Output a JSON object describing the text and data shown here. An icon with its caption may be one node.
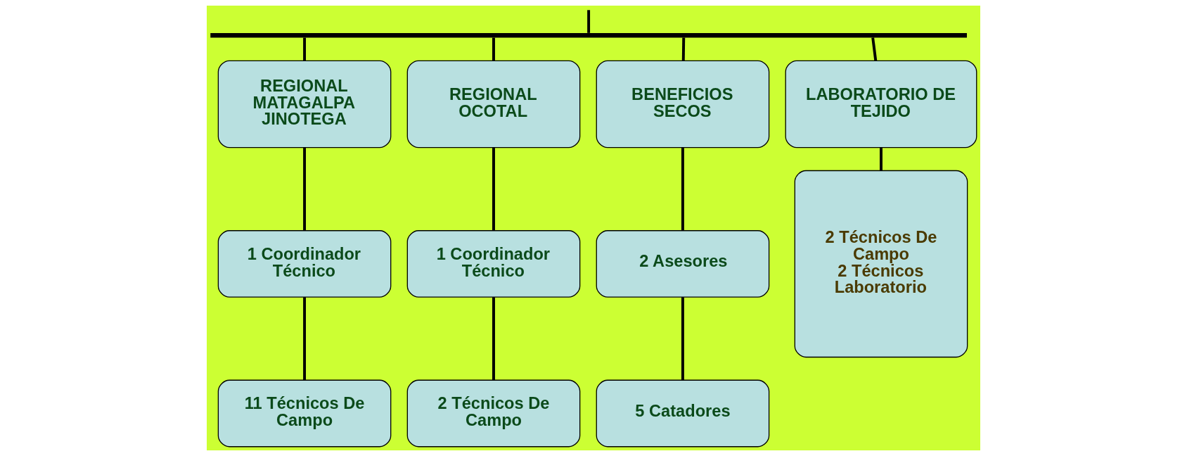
{
  "diagram": {
    "nodes": [
      {
        "text": [],
        "shape": "bar"
      },
      {
        "text": [
          "REGIONAL MATAGALPA JINOTEGA"
        ]
      },
      {
        "text": [
          "REGIONAL OCOTAL"
        ]
      },
      {
        "text": [
          "BENEFICIOS SECOS"
        ]
      },
      {
        "text": [
          "LABORATORIO DE TEJIDO"
        ]
      },
      {
        "text": [
          "1 Coordinador Técnico"
        ]
      },
      {
        "text": [
          "1 Coordinador Técnico"
        ]
      },
      {
        "text": [
          "2 Asesores"
        ]
      },
      {
        "text": [
          "2 Técnicos De Campo",
          "2 Técnicos Laboratorio"
        ]
      },
      {
        "text": [
          "11 Técnicos De Campo"
        ]
      },
      {
        "text": [
          "2 Técnicos De Campo"
        ]
      },
      {
        "text": [
          "5 Catadores"
        ]
      }
    ],
    "edges": [
      {
        "from": null,
        "to": 0,
        "arrow": "none"
      },
      {
        "from": 0,
        "to": 1,
        "arrow": "none"
      },
      {
        "from": 0,
        "to": 2,
        "arrow": "none"
      },
      {
        "from": 0,
        "to": 3,
        "arrow": "none"
      },
      {
        "from": 0,
        "to": 4,
        "arrow": "none"
      },
      {
        "from": 1,
        "to": 5,
        "arrow": "none"
      },
      {
        "from": 2,
        "to": 6,
        "arrow": "none"
      },
      {
        "from": 3,
        "to": 7,
        "arrow": "none"
      },
      {
        "from": 4,
        "to": 8,
        "arrow": "none"
      },
      {
        "from": 5,
        "to": 9,
        "arrow": "none"
      },
      {
        "from": 6,
        "to": 10,
        "arrow": "none"
      },
      {
        "from": 7,
        "to": 11,
        "arrow": "none"
      }
    ]
  }
}
